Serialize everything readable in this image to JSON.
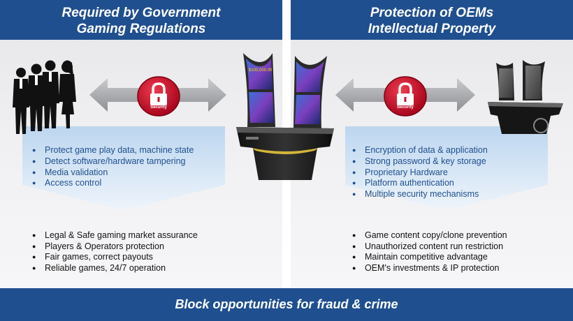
{
  "left_panel": {
    "title_line1": "Required by Government",
    "title_line2": "Gaming Regulations",
    "features": [
      "Protect game play data, machine state",
      "Detect software/hardware tampering",
      "Media validation",
      "Access control"
    ],
    "benefits": [
      "Legal & Safe gaming market assurance",
      "Players & Operators protection",
      "Fair games, correct payouts",
      "Reliable games, 24/7 operation"
    ],
    "security_label": "Security",
    "people_icon": "business-people-icon"
  },
  "right_panel": {
    "title_line1": "Protection of OEMs",
    "title_line2": "Intellectual Property",
    "features": [
      "Encryption of data & application",
      "Strong password & key storage",
      "Proprietary Hardware",
      "Platform authentication",
      "Multiple security mechanisms"
    ],
    "benefits": [
      "Game content copy/clone prevention",
      "Unauthorized content run restriction",
      "Maintain competitive advantage",
      "OEM's investments & IP protection"
    ],
    "security_label": "Security"
  },
  "footer": {
    "text": "Block opportunities for fraud & crime"
  },
  "machine_screen_text": "$100,000.00",
  "colors": {
    "brand_blue": "#1f4f8e",
    "lock_red": "#c8102e",
    "arrow_gray": "#a7a9ac",
    "light_blue": "#cfe2f3"
  }
}
